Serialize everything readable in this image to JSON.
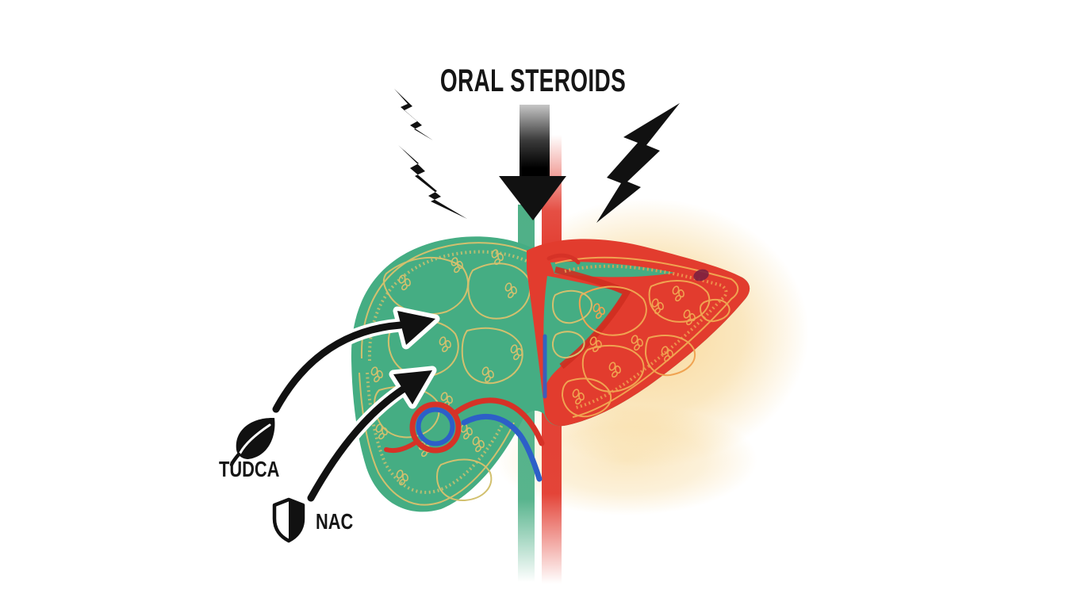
{
  "title": "ORAL STEROIDS",
  "supplements": {
    "tudca": {
      "label": "TUDCA",
      "icon": "leaf-icon"
    },
    "nac": {
      "label": "NAC",
      "icon": "shield-icon"
    }
  },
  "diagram": {
    "stressor_icon": "lightning-icon",
    "impact_icon": "down-arrow-icon"
  },
  "colors": {
    "healthy_liver": "#45ad83",
    "damaged_liver": "#e23c2e",
    "lobule_line_healthy": "#d2c06e",
    "lobule_line_damaged": "#f0a351",
    "stripe_green": "#4fb087",
    "stripe_red": "#e23b2f",
    "vessel_red": "#d63227",
    "vessel_blue": "#2d5fc8",
    "ink": "#111111",
    "glow": "#f4c462",
    "inflamed_band": "#cf2d20"
  }
}
